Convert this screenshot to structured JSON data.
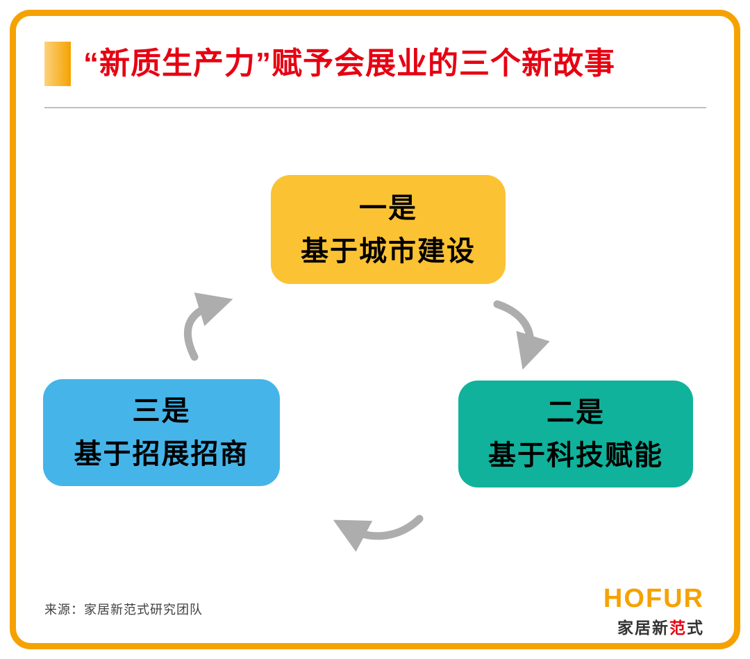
{
  "frame": {
    "border_color": "#F5A201",
    "background": "#FFFFFF"
  },
  "header": {
    "title": "“新质生产力”赋予会展业的三个新故事",
    "title_color": "#E60012",
    "accent_bar_color": "#F5A201"
  },
  "diagram": {
    "type": "cycle",
    "arrow_color": "#ADADAD",
    "nodes": [
      {
        "position": "top",
        "label_line1": "一是",
        "label_line2": "基于城市建设",
        "color": "#FBC233"
      },
      {
        "position": "right",
        "label_line1": "二是",
        "label_line2": "基于科技赋能",
        "color": "#10B29B"
      },
      {
        "position": "left",
        "label_line1": "三是",
        "label_line2": "基于招展招商",
        "color": "#45B5E9"
      }
    ],
    "flow_order": [
      "一是 基于城市建设",
      "二是 基于科技赋能",
      "三是 基于招展招商"
    ]
  },
  "footer": {
    "source": "来源：家居新范式研究团队",
    "logo": {
      "name": "HOFUR",
      "name_color": "#F5A201",
      "sub_prefix": "家居新",
      "sub_accent": "范",
      "sub_suffix": "式",
      "sub_accent_color": "#E60012"
    }
  }
}
